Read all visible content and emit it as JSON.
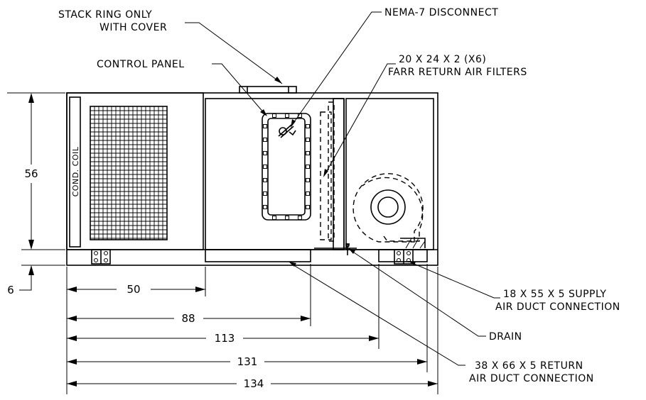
{
  "labels": {
    "stack_ring_1": "STACK RING ONLY",
    "stack_ring_2": "WITH COVER",
    "control_panel": "CONTROL PANEL",
    "nema": "NEMA-7 DISCONNECT",
    "filters_1": "20 X 24 X 2 (X6)",
    "filters_2": "FARR RETURN AIR FILTERS",
    "cond_coil": "COND. COIL",
    "supply_1": "18 X 55 X 5 SUPPLY",
    "supply_2": "AIR DUCT CONNECTION",
    "drain": "DRAIN",
    "return_1": "38 X 66 X 5 RETURN",
    "return_2": "AIR DUCT CONNECTION"
  },
  "dimensions": {
    "height": "56",
    "base": "6",
    "d50": "50",
    "d88": "88",
    "d113": "113",
    "d131": "131",
    "d134": "134"
  }
}
